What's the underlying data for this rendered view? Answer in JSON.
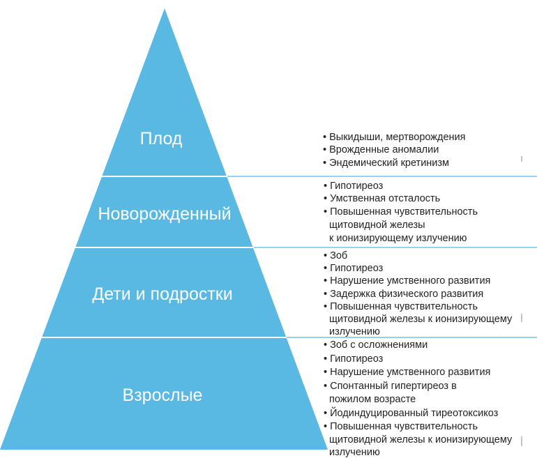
{
  "colors": {
    "pyramid_fill": "#59b9e3",
    "tier_separator": "#ffffff",
    "label_text": "#ffffff",
    "bullet_text": "#222222"
  },
  "tiers": [
    {
      "label": "Плод",
      "bullets": [
        "• Выкидыши, мертворождения",
        "• Врожденные аномалии",
        "• Эндемический кретинизм"
      ]
    },
    {
      "label": "Новорожденный",
      "bullets": [
        "• Гипотиреоз",
        "• Умственная отсталость",
        "• Повышенная чувствительность",
        "щитовидной железы",
        "к ионизирующему излучению"
      ]
    },
    {
      "label": "Дети и подростки",
      "bullets": [
        "• Зоб",
        "• Гипотиреоз",
        "• Нарушение умственного развития",
        "• Задержка физического развития",
        "• Повышенная чувствительность",
        "щитовидной железы к ионизирующему",
        "излучению"
      ]
    },
    {
      "label": "Взрослые",
      "bullets": [
        "• Зоб с осложнениями",
        "• Гипотиреоз",
        "• Нарушение умственного развития",
        "• Спонтанный гипертиреоз в",
        "пожилом возрасте",
        "• Йодиндуцированный тиреотоксикоз",
        "• Повышенная чувствительность",
        "щитовидной железы к ионизирующему",
        "излучению"
      ]
    }
  ]
}
